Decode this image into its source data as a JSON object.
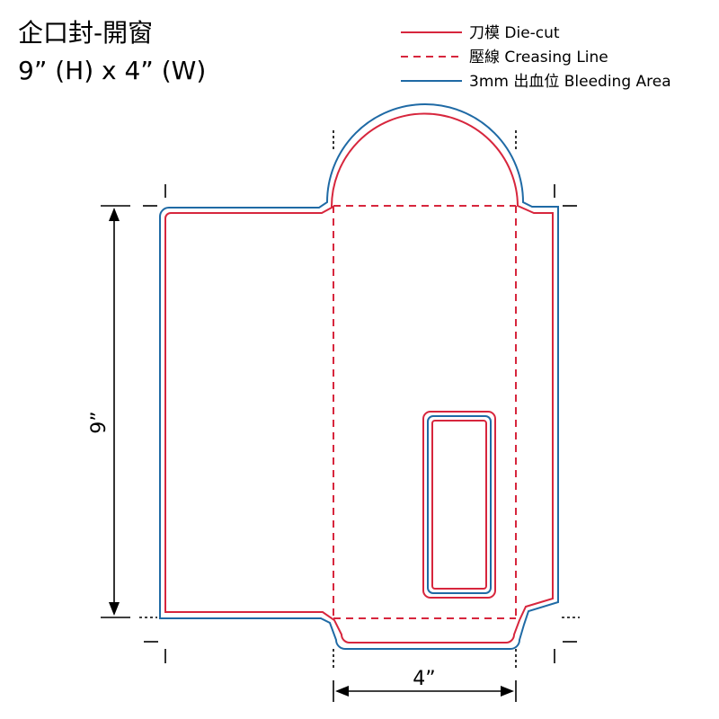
{
  "header": {
    "title": "企口封-開窗",
    "size_line": "9” (H) x 4” (W)"
  },
  "legend": [
    {
      "label": "刀模  Die-cut",
      "color": "#d7263d",
      "style": "solid"
    },
    {
      "label": "壓線  Creasing Line",
      "color": "#d7263d",
      "style": "dashed"
    },
    {
      "label": "3mm 出血位 Bleeding Area",
      "color": "#1f6aa5",
      "style": "solid"
    }
  ],
  "dimensions": {
    "height_label": "9”",
    "width_label": "4”"
  },
  "colors": {
    "diecut": "#d7263d",
    "bleed": "#1f6aa5",
    "ink": "#000000"
  }
}
